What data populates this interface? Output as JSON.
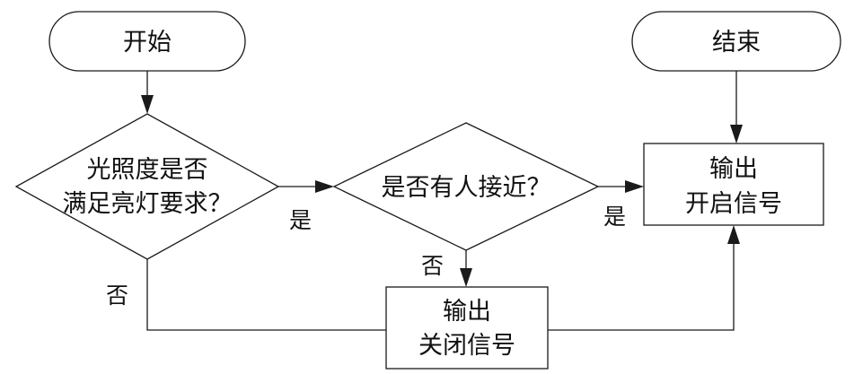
{
  "nodes": {
    "start": {
      "text": "开始"
    },
    "end": {
      "text": "结束"
    },
    "decision_light": {
      "line1": "光照度是否",
      "line2": "满足亮灯要求？"
    },
    "decision_person": {
      "text": "是否有人接近？"
    },
    "output_open": {
      "line1": "输出",
      "line2": "开启信号"
    },
    "output_close": {
      "line1": "输出",
      "line2": "关闭信号"
    }
  },
  "edges": {
    "light_yes": "是",
    "light_no": "否",
    "person_yes": "是",
    "person_no": "否"
  }
}
